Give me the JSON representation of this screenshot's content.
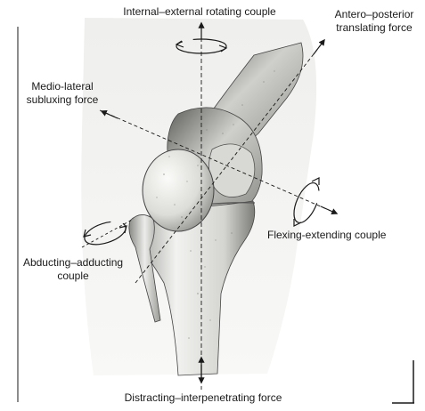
{
  "labels": {
    "rotating": "Internal–external rotating couple",
    "translating": [
      "Antero–posterior",
      "translating force"
    ],
    "subluxing": [
      "Medio-lateral",
      "subluxing force"
    ],
    "flexing": "Flexing-extending couple",
    "abducting": [
      "Abducting–adducting",
      "couple"
    ],
    "distracting": "Distracting–interpenetrating force"
  },
  "colors": {
    "ink": "#1a1a1a",
    "bone_light": "#f4f4f2",
    "bone_mid": "#cfcfcb",
    "bone_dark": "#6e6e6a",
    "background": "#ffffff"
  },
  "icons": [
    "curved-arrow-icon",
    "double-arrow-icon"
  ]
}
